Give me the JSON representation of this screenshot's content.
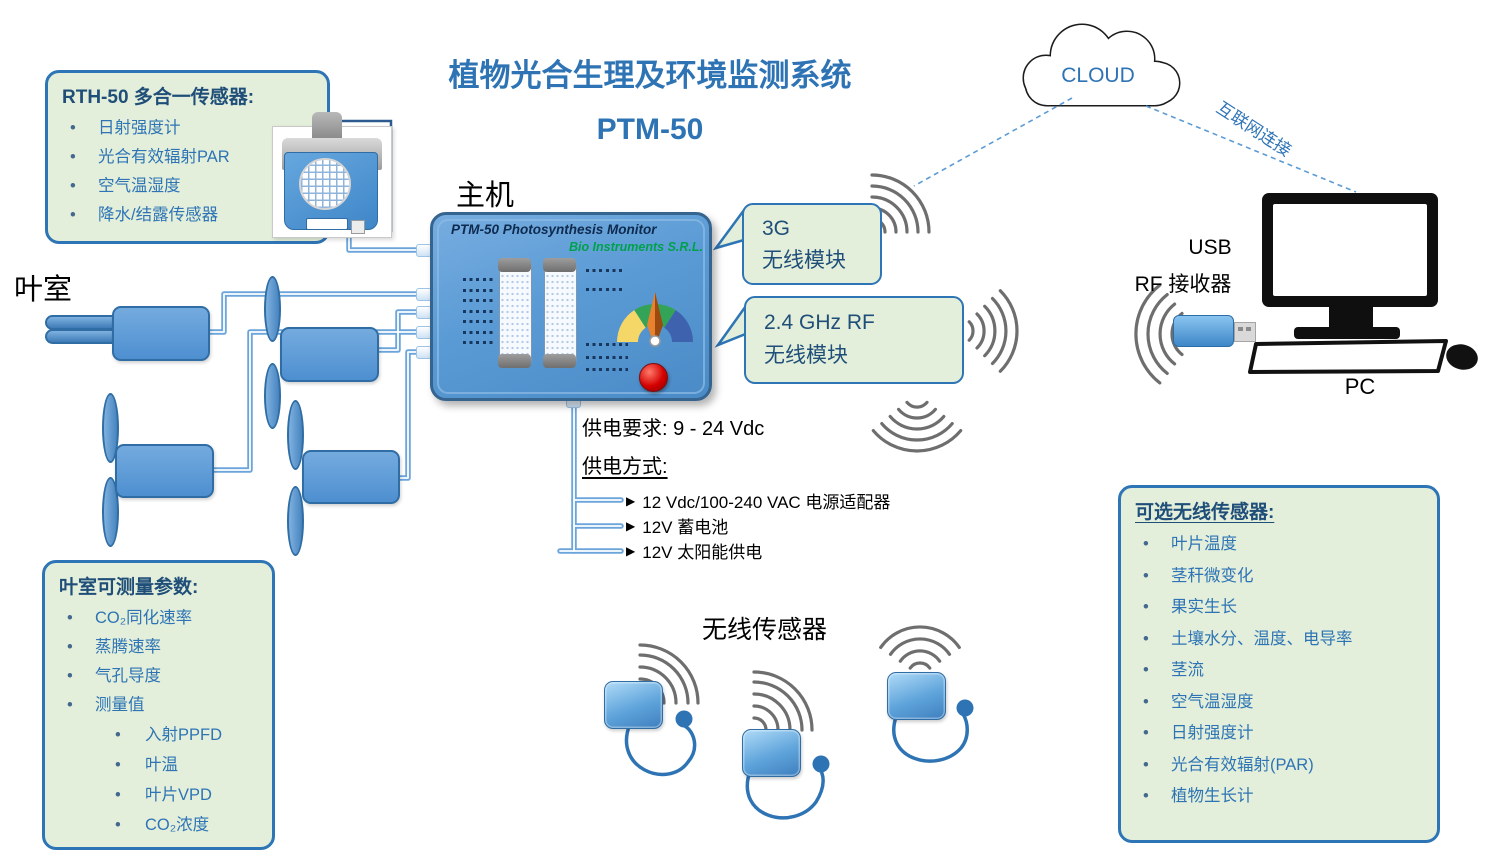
{
  "title": {
    "line1": "植物光合生理及环境监测系统",
    "line2": "PTM-50"
  },
  "labels": {
    "leaf_chamber": "叶室",
    "main_unit": "主机",
    "wireless_sensors": "无线传感器",
    "pc": "PC",
    "usb": "USB",
    "rf_receiver": "RF 接收器",
    "cloud": "CLOUD",
    "internet": "互联网连接"
  },
  "device": {
    "name": "PTM-50 Photosynthesis Monitor",
    "brand": "Bio Instruments S.R.L."
  },
  "modules": {
    "g3": {
      "line1": "3G",
      "line2": "无线模块"
    },
    "rf": {
      "line1": "2.4 GHz RF",
      "line2": "无线模块"
    }
  },
  "power": {
    "requirement": "供电要求: 9 - 24 Vdc",
    "methods_title": "供电方式:",
    "marker": "▶",
    "items": [
      "12 Vdc/100-240 VAC 电源适配器",
      "12V 蓄电池",
      "12V 太阳能供电"
    ]
  },
  "rth_box": {
    "title": "RTH-50 多合一传感器:",
    "items": [
      "日射强度计",
      "光合有效辐射PAR",
      "空气温湿度",
      "降水/结露传感器"
    ]
  },
  "chamber_box": {
    "title": "叶室可测量参数:",
    "items": [
      "CO₂同化速率",
      "蒸腾速率",
      "气孔导度",
      "测量值"
    ],
    "subitems": [
      "入射PPFD",
      "叶温",
      "叶片VPD",
      "CO₂浓度"
    ]
  },
  "optional_box": {
    "title": "可选无线传感器:",
    "items": [
      "叶片温度",
      "茎秆微变化",
      "果实生长",
      "土壤水分、温度、电导率",
      "茎流",
      "空气温湿度",
      "日射强度计",
      "光合有效辐射(PAR)",
      "植物生长计"
    ]
  },
  "icons": {
    "cloud": "cloud-outline",
    "antenna": "wireless-arcs",
    "gauge": "semicircle-gauge",
    "power_button": "red-round-button",
    "usb_dongle": "blue-usb-stick",
    "computer": "monitor-keyboard-mouse",
    "probe": "round-probe-on-cable"
  },
  "colors": {
    "box_fill": "#E3EFDA",
    "box_border": "#2E75B6",
    "title_blue": "#2E74B5",
    "header_navy": "#1F4E79",
    "device_blue": "#5B9BD5",
    "brand_green": "#00A14B",
    "gauge_yellow": "#F5D768",
    "gauge_green": "#33A457",
    "gauge_blue": "#3E62AD",
    "needle_orange": "#C55A11",
    "button_red": "#C00000",
    "tube_blue": "#6BA5DC"
  }
}
